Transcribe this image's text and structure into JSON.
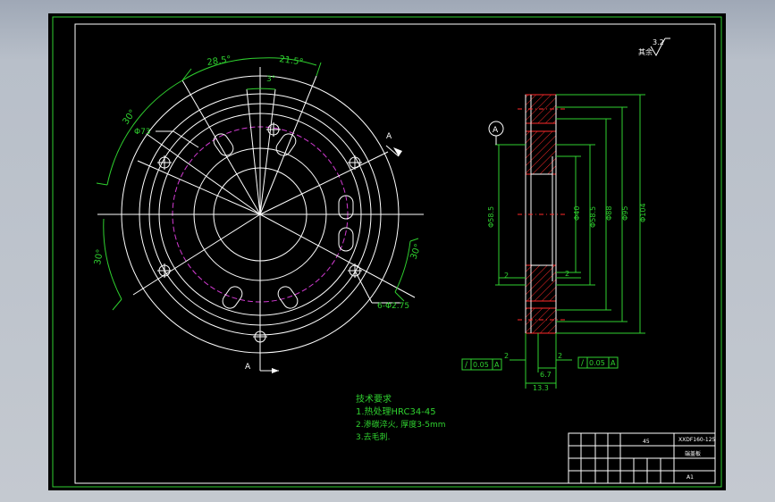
{
  "drawing": {
    "angles": {
      "a285": "28.5°",
      "a215": "21.5°",
      "a3": "3°",
      "a30_left": "30°",
      "a30_lower": "30°",
      "a30_right": "30°"
    },
    "dims": {
      "d73": "Φ73",
      "holes": "6-Φ2.75",
      "d585_left": "Φ58.5",
      "d40": "Φ40",
      "d585_right": "Φ58.5",
      "d88": "Φ88",
      "d95": "Φ95",
      "d104": "Φ104",
      "two_a": "2",
      "two_b": "2",
      "two_c": "2",
      "two_d": "2",
      "six7": "6.7",
      "thirteen3": "13.3"
    },
    "section_labels": {
      "a_top": "A",
      "a_bottom": "A",
      "datum": "A"
    },
    "tolerances": {
      "left": {
        "symbol": "/",
        "value": "0.05",
        "datum": "A"
      },
      "right": {
        "symbol": "/",
        "value": "0.05",
        "datum": "A"
      }
    },
    "roughness": {
      "label": "其余",
      "value": "3.2"
    },
    "notes": {
      "heading": "技术要求",
      "line1": "1.热处理HRC34-45",
      "line2": "2.渗碳淬火, 厚度3-5mm",
      "line3": "3.去毛刺."
    },
    "title_block": {
      "material": "45",
      "code": "XXDF160-125",
      "name": "端盖板",
      "sheet": "A1"
    }
  },
  "colors": {
    "background": "#000000",
    "geometry": "#ffffff",
    "dimensions": "#2fd12f",
    "hidden_circle": "#d33bd3",
    "centerline": "#ff2a2a"
  }
}
